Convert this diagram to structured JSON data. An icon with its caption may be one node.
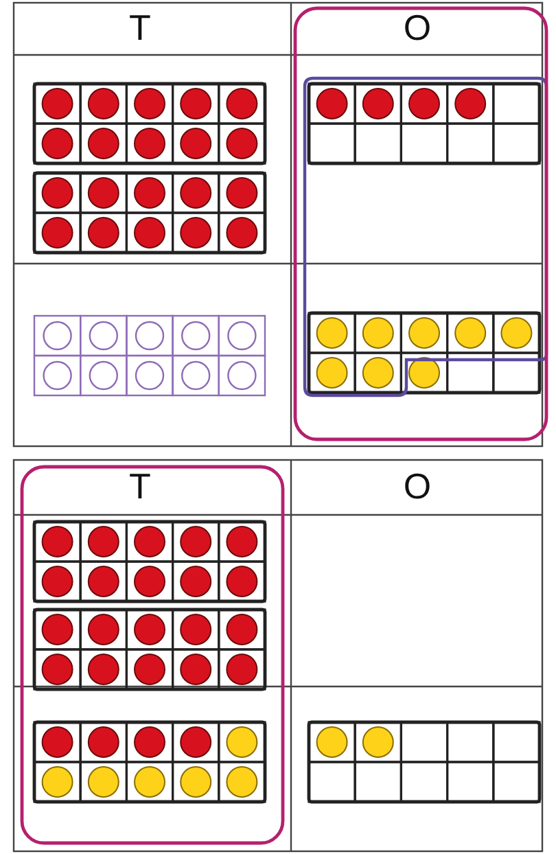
{
  "diagram": {
    "labels": [
      "T",
      "O",
      "T",
      "O"
    ]
  }
}
